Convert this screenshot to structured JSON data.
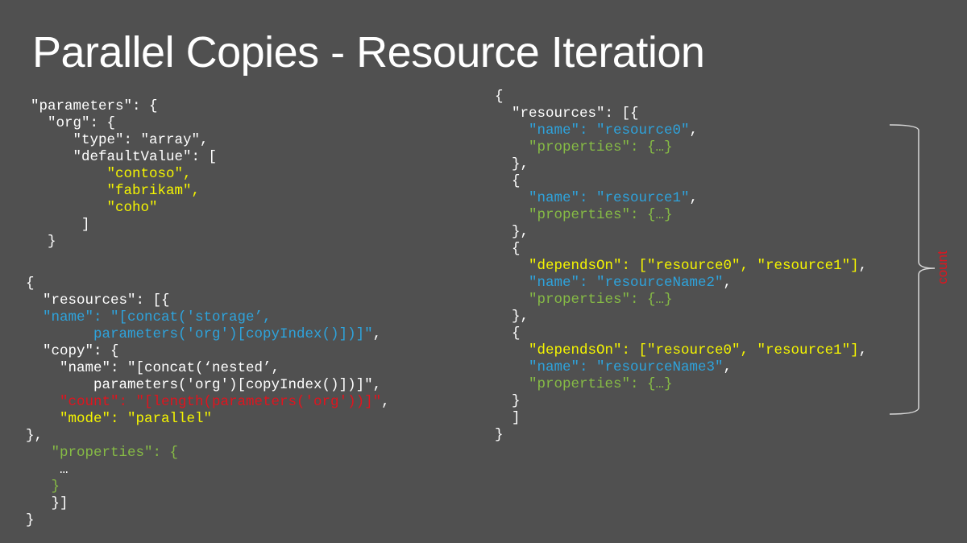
{
  "title": "Parallel Copies - Resource Iteration",
  "colors": {
    "white": "#ffffff",
    "blue": "#2ea3dc",
    "green": "#86bb45",
    "yellow": "#f5f500",
    "red": "#e0141e",
    "background": "#505050"
  },
  "annotation": {
    "brace_label": "count"
  },
  "blocks": [
    {
      "name": "parameters-block",
      "lines": [
        [
          {
            "t": "\"parameters\": {",
            "c": "white"
          }
        ],
        [
          {
            "t": "  \"org\": {",
            "c": "white"
          }
        ],
        [
          {
            "t": "     \"type\": \"array\",",
            "c": "white"
          }
        ],
        [
          {
            "t": "     \"defaultValue\": [",
            "c": "white"
          }
        ],
        [
          {
            "t": "         \"contoso\",",
            "c": "yellow"
          }
        ],
        [
          {
            "t": "         \"fabrikam\",",
            "c": "yellow"
          }
        ],
        [
          {
            "t": "         \"coho\"",
            "c": "yellow"
          }
        ],
        [
          {
            "t": "      ]",
            "c": "white"
          }
        ],
        [
          {
            "t": "  }",
            "c": "white"
          }
        ]
      ]
    },
    {
      "name": "resource-template-block",
      "lines": [
        [
          {
            "t": "{",
            "c": "white"
          }
        ],
        [
          {
            "t": "  \"resources\": [{",
            "c": "white"
          }
        ],
        [
          {
            "t": "  \"name\": \"[concat('storage’,",
            "c": "blue"
          }
        ],
        [
          {
            "t": "        parameters('org')[copyIndex()])]\"",
            "c": "blue"
          },
          {
            "t": ",",
            "c": "white"
          }
        ],
        [
          {
            "t": "  \"copy\": {",
            "c": "white"
          }
        ],
        [
          {
            "t": "    \"name\": \"[concat(‘nested’,",
            "c": "white"
          }
        ],
        [
          {
            "t": "        parameters('org')[copyIndex()])]\",",
            "c": "white"
          }
        ],
        [
          {
            "t": "    \"count\": \"[length(parameters('org'))]\"",
            "c": "red"
          },
          {
            "t": ",",
            "c": "white"
          }
        ],
        [
          {
            "t": "    \"mode\": \"parallel\"",
            "c": "yellow"
          }
        ],
        [
          {
            "t": "},",
            "c": "white"
          }
        ],
        [
          {
            "t": "   \"properties\": {",
            "c": "green"
          }
        ],
        [
          {
            "t": "    …",
            "c": "white"
          }
        ],
        [
          {
            "t": "   }",
            "c": "green"
          }
        ],
        [
          {
            "t": "   }]",
            "c": "white"
          }
        ],
        [
          {
            "t": "}",
            "c": "white"
          }
        ]
      ]
    },
    {
      "name": "expanded-resources-block",
      "lines": [
        [
          {
            "t": "{",
            "c": "white"
          }
        ],
        [
          {
            "t": "  \"resources\": [{",
            "c": "white"
          }
        ],
        [
          {
            "t": "    \"name\": \"resource0\"",
            "c": "blue"
          },
          {
            "t": ",",
            "c": "white"
          }
        ],
        [
          {
            "t": "    \"properties\": {…}",
            "c": "green"
          }
        ],
        [
          {
            "t": "  },",
            "c": "white"
          }
        ],
        [
          {
            "t": "  {",
            "c": "white"
          }
        ],
        [
          {
            "t": "    \"name\": \"resource1\"",
            "c": "blue"
          },
          {
            "t": ",",
            "c": "white"
          }
        ],
        [
          {
            "t": "    \"properties\": {…}",
            "c": "green"
          }
        ],
        [
          {
            "t": "  },",
            "c": "white"
          }
        ],
        [
          {
            "t": "  {",
            "c": "white"
          }
        ],
        [
          {
            "t": "    \"dependsOn\": [\"resource0\", \"resource1\"]",
            "c": "yellow"
          },
          {
            "t": ",",
            "c": "white"
          }
        ],
        [
          {
            "t": "    \"name\": \"resourceName2\"",
            "c": "blue"
          },
          {
            "t": ",",
            "c": "white"
          }
        ],
        [
          {
            "t": "    \"properties\": {…}",
            "c": "green"
          }
        ],
        [
          {
            "t": "  },",
            "c": "white"
          }
        ],
        [
          {
            "t": "  {",
            "c": "white"
          }
        ],
        [
          {
            "t": "    \"dependsOn\": [\"resource0\", \"resource1\"]",
            "c": "yellow"
          },
          {
            "t": ",",
            "c": "white"
          }
        ],
        [
          {
            "t": "    \"name\": \"resourceName3\"",
            "c": "blue"
          },
          {
            "t": ",",
            "c": "white"
          }
        ],
        [
          {
            "t": "    \"properties\": {…}",
            "c": "green"
          }
        ],
        [
          {
            "t": "  }",
            "c": "white"
          }
        ],
        [
          {
            "t": "  ]",
            "c": "white"
          }
        ],
        [
          {
            "t": "}",
            "c": "white"
          }
        ]
      ]
    }
  ]
}
